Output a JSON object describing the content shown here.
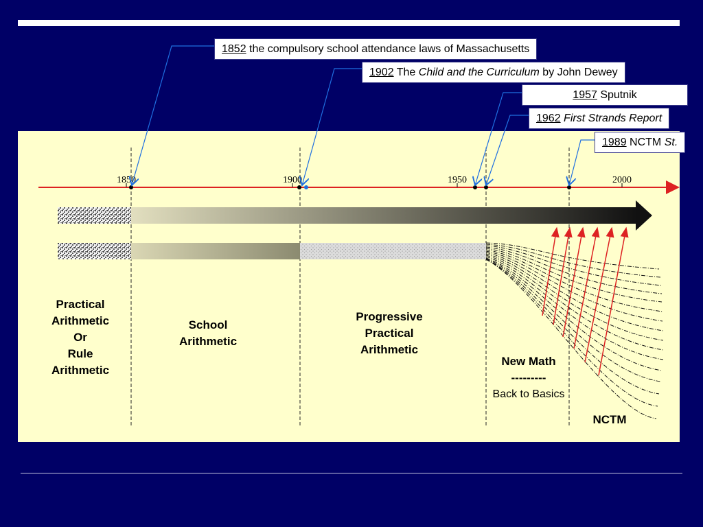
{
  "timeline": {
    "ticks": [
      "1850",
      "1900",
      "1950",
      "2000"
    ]
  },
  "callouts": [
    {
      "year": "1852",
      "text": " the compulsory school attendance laws of Massachusetts"
    },
    {
      "year": "1902",
      "text_before": " The ",
      "text_italic": "Child and the Curriculum",
      "text_after": " by John Dewey"
    },
    {
      "year": "1957",
      "text": " Sputnik"
    },
    {
      "year": "1962",
      "text_before": " ",
      "text_italic": "First Strands Report"
    },
    {
      "year": "1989",
      "text_before": " NCTM ",
      "text_italic": "St."
    }
  ],
  "eras": {
    "practical": [
      "Practical",
      "Arithmetic",
      "Or",
      "Rule",
      "Arithmetic"
    ],
    "school": [
      "School",
      "Arithmetic"
    ],
    "progressive": [
      "Progressive",
      "Practical",
      "Arithmetic"
    ],
    "new_math": {
      "title": "New Math",
      "dashes": "---------",
      "sub": "Back to Basics"
    },
    "nctm": "NCTM"
  },
  "colors": {
    "background": "#000066",
    "panel": "#ffffcc",
    "timeline": "#dd2222",
    "callout_line": "#1f6fe0",
    "arrow_dark": "#000000"
  }
}
